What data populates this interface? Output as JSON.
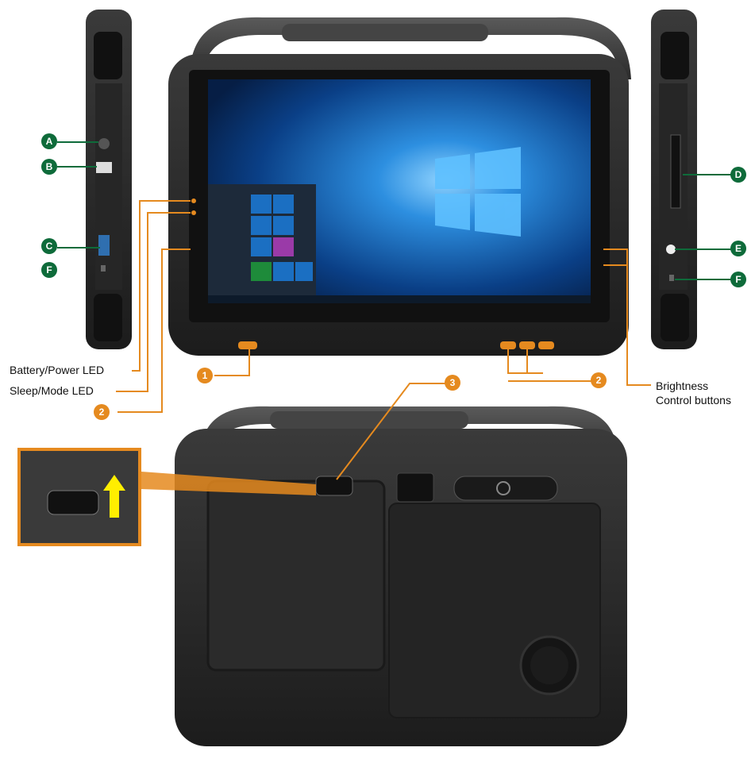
{
  "labels": {
    "battery_led": "Battery/Power  LED",
    "sleep_led": "Sleep/Mode LED",
    "brightness_line1": "Brightness",
    "brightness_line2": "Control buttons"
  },
  "badges": {
    "A": "A",
    "B": "B",
    "C": "C",
    "D": "D",
    "E": "E",
    "F": "F",
    "one": "1",
    "two": "2",
    "three": "3"
  },
  "colors": {
    "green_marker": "#0e6b3a",
    "orange_marker": "#e58a1f",
    "device_body": "#2a2a2a",
    "screen_blue": "#0a4c9c"
  },
  "icons": [
    "windows-logo-icon",
    "arrow-up-icon",
    "speaker-grille-icon"
  ]
}
